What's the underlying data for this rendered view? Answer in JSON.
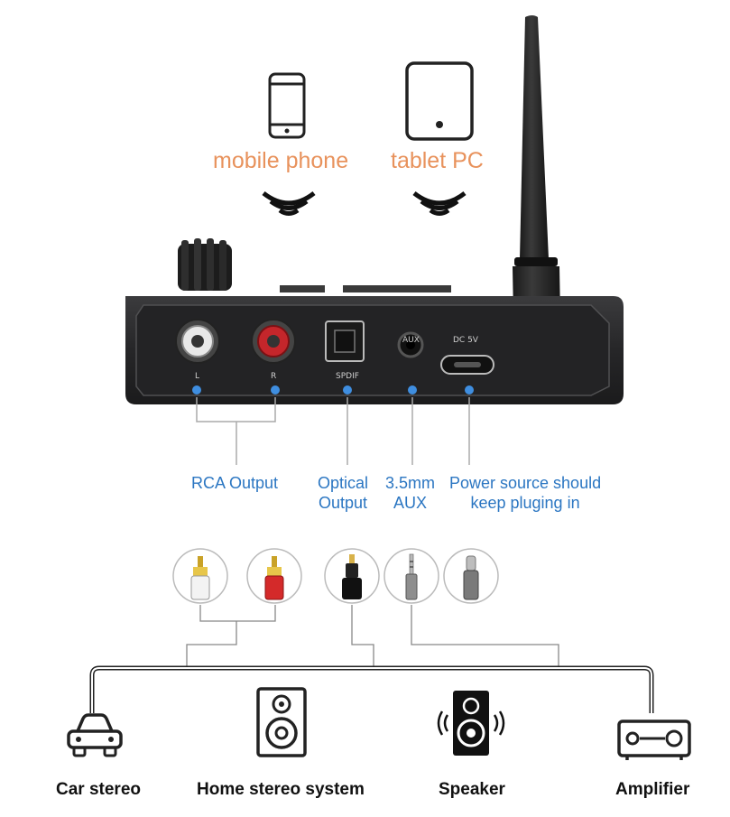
{
  "sources": [
    {
      "label": "mobile phone",
      "icon": "phone-icon"
    },
    {
      "label": "tablet PC",
      "icon": "tablet-icon"
    }
  ],
  "device_ports": {
    "left": "L",
    "right": "R",
    "spdif": "SPDIF",
    "aux": "AUX",
    "dc": "DC 5V"
  },
  "callouts": {
    "rca": "RCA Output",
    "optical_line1": "Optical",
    "optical_line2": "Output",
    "aux_line1": "3.5mm",
    "aux_line2": "AUX",
    "power_line1": "Power source should",
    "power_line2": "keep pluging in"
  },
  "destinations": [
    {
      "label": "Car stereo",
      "icon": "car-icon"
    },
    {
      "label": "Home stereo system",
      "icon": "home-speaker-icon"
    },
    {
      "label": "Speaker",
      "icon": "speaker-icon"
    },
    {
      "label": "Amplifier",
      "icon": "amplifier-icon"
    }
  ],
  "colors": {
    "source_text": "#e8925c",
    "callout_text": "#2b76c2",
    "dot": "#3f8ee0",
    "device_body": "#2a2a2c"
  }
}
